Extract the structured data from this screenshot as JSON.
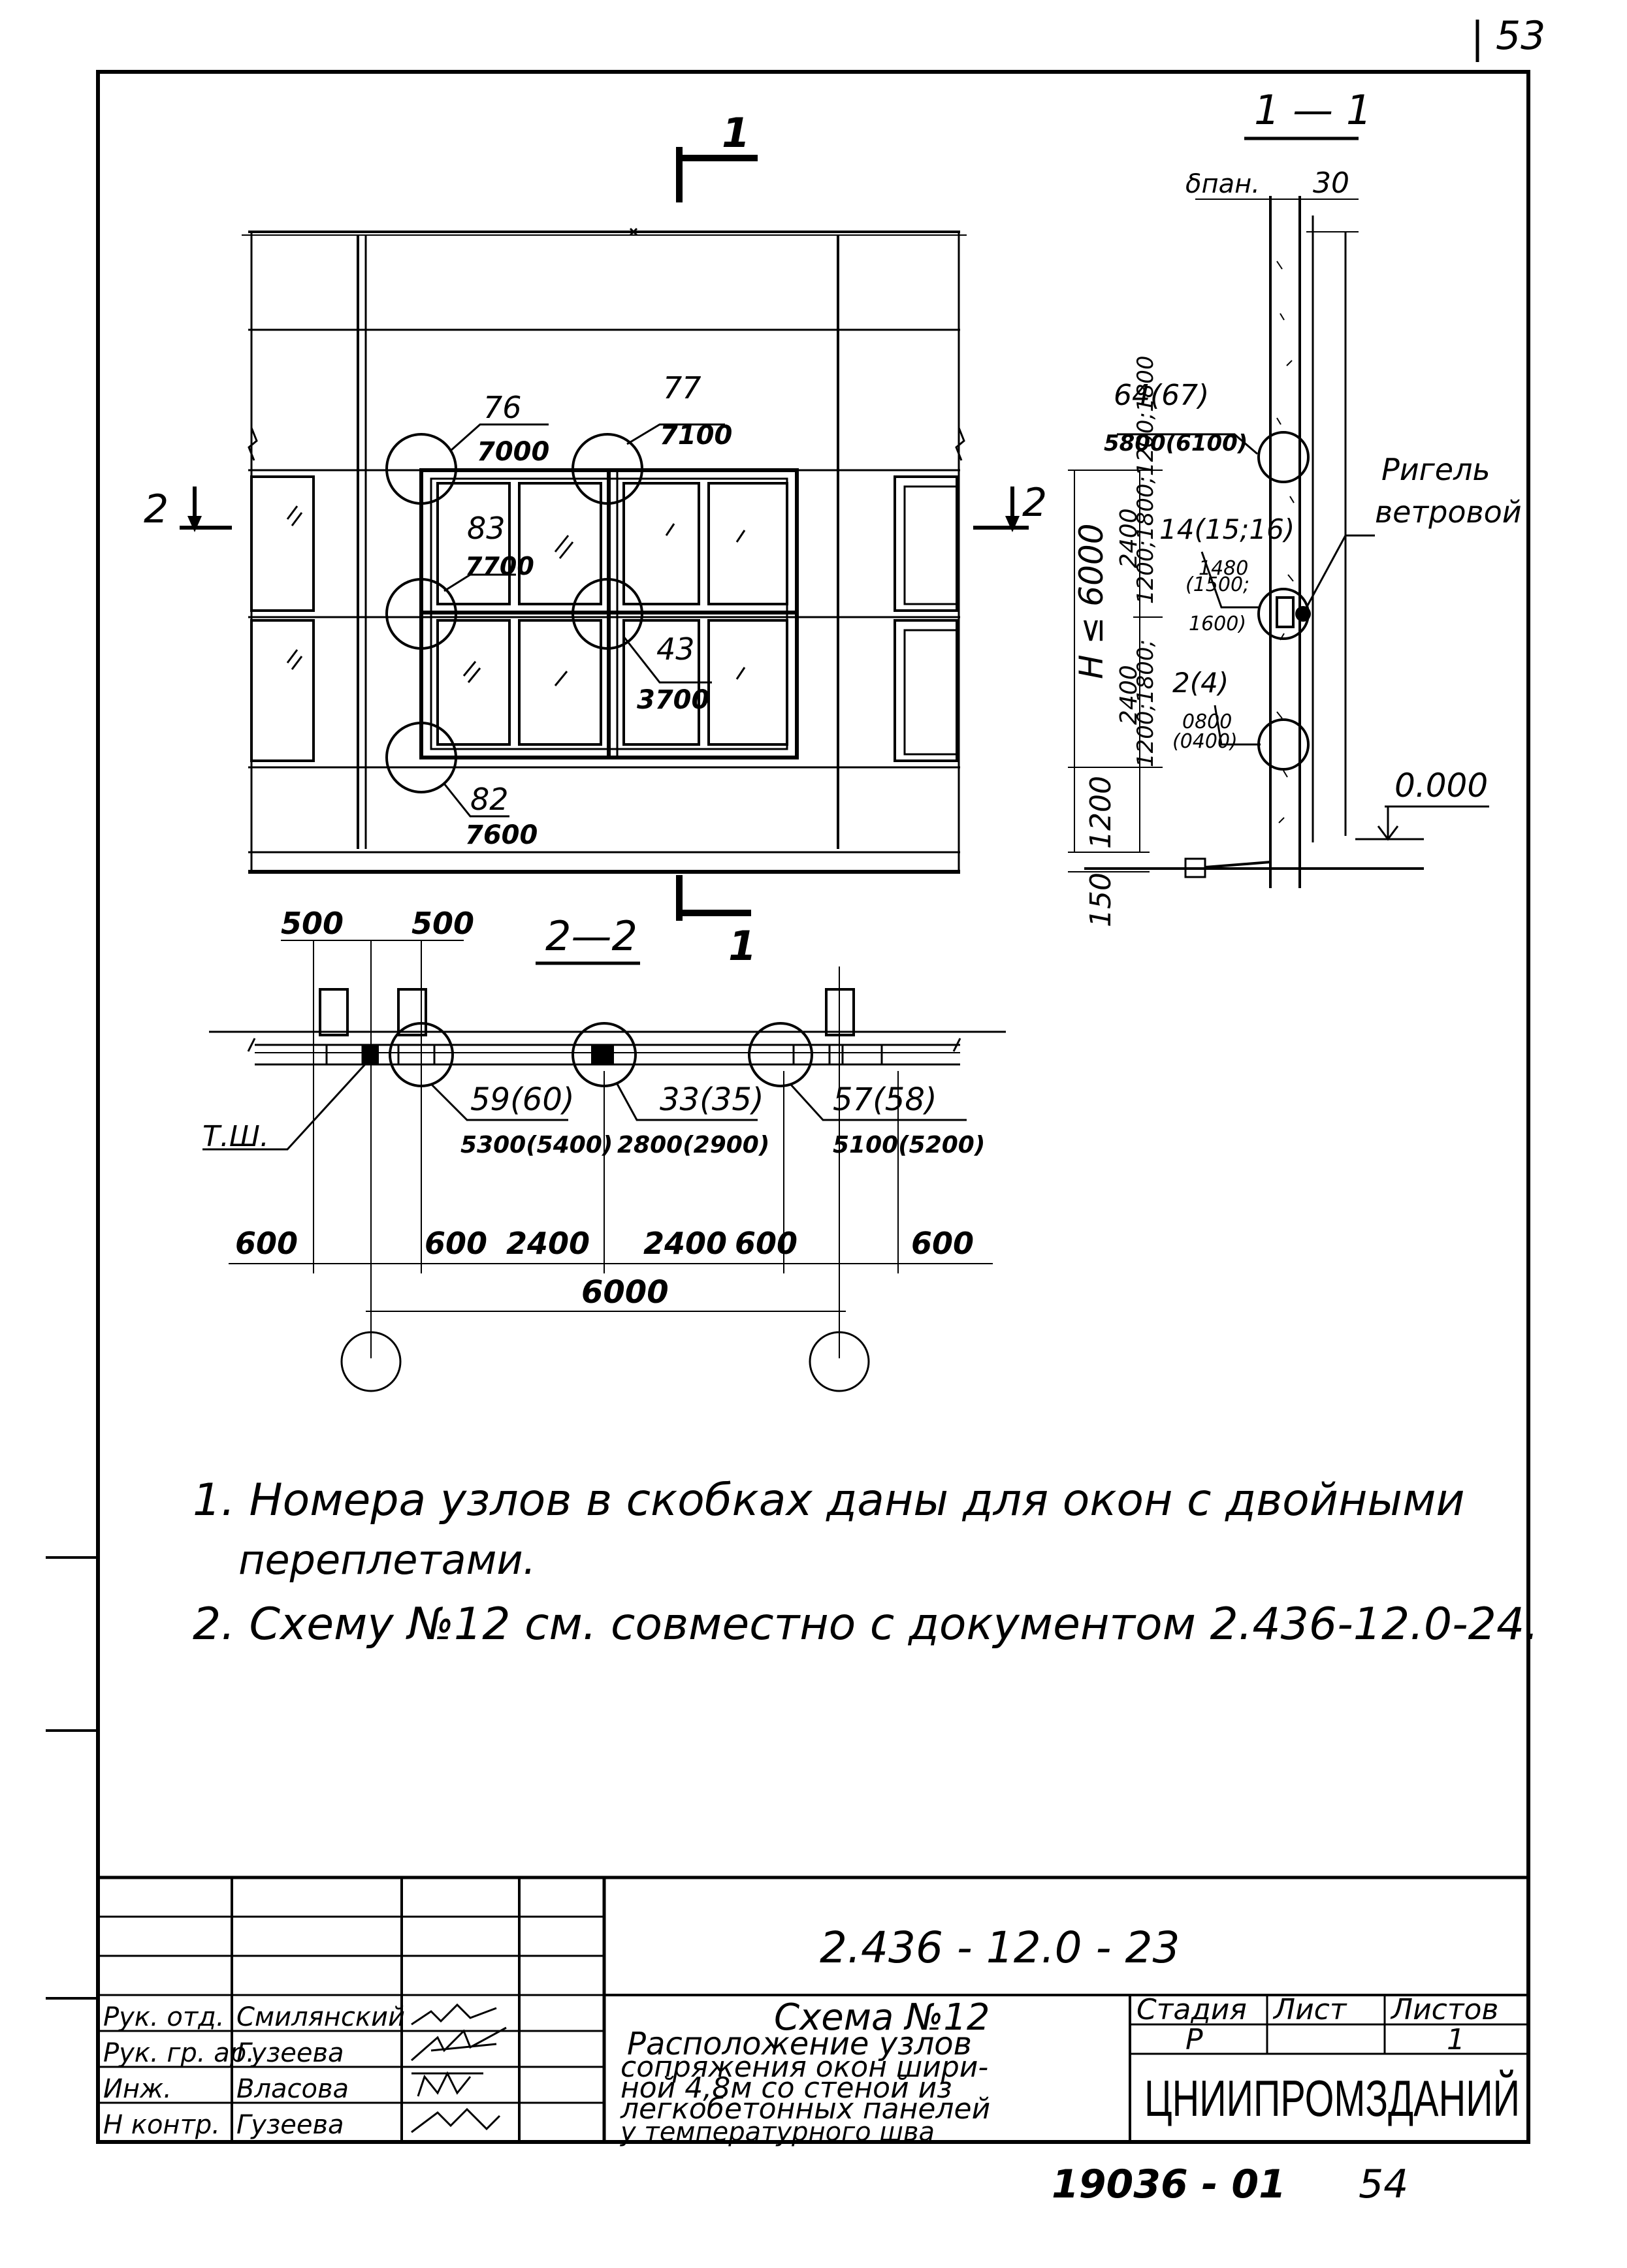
{
  "sheet": {
    "page_no": "53",
    "doc_code": "2.436 - 12.0 - 23",
    "bottom_stamp": "19036 - 01",
    "bottom_page": "54"
  },
  "view_elevation": {
    "section_mark_top": "1",
    "section_mark_bottom": "1",
    "left_marker": "2",
    "right_marker": "2",
    "nodes": [
      {
        "num": "76",
        "sheet": "7000"
      },
      {
        "num": "77",
        "sheet": "7100"
      },
      {
        "num": "83",
        "sheet": "7700"
      },
      {
        "num": "43",
        "sheet": "3700"
      },
      {
        "num": "82",
        "sheet": "7600"
      }
    ]
  },
  "section_11": {
    "title": "1 — 1",
    "dim_panel": "δпан.",
    "dim_30": "30",
    "node_top": "64(67)",
    "node_top_sheet": "5800(6100)",
    "node_mid": "14(15;16)",
    "node_mid_sheet1": "1480",
    "node_mid_sheet2": "(1500;",
    "node_mid_sheet3": "1600)",
    "node_low": "2(4)",
    "node_low_sheet1": "0800",
    "node_low_sheet2": "(0400)",
    "rigel_1": "Ригель",
    "rigel_2": "ветровой",
    "dim_h": "H ≤ 6000",
    "dim_2400_top": "2400",
    "dim_range_top": "1200;1800;1200;1800",
    "dim_2400_low": "2400",
    "dim_range_low": "1200;1800;",
    "dim_1200": "1200",
    "dim_150": "150",
    "level": "0.000"
  },
  "section_22": {
    "title": "2—2",
    "dim_500_left": "500",
    "dim_500_right": "500",
    "tsh": "Т.Ш.",
    "node_a": "59(60)",
    "node_a_sheet": "5300(5400)",
    "node_b": "33(35)",
    "node_b_sheet": "2800(2900)",
    "node_c": "57(58)",
    "node_c_sheet": "5100(5200)",
    "dims": [
      "600",
      "600",
      "2400",
      "2400",
      "600",
      "600"
    ],
    "dim_total": "6000"
  },
  "notes": {
    "n1_line1": "1. Номера узлов в скобках даны для окон с двойными",
    "n1_line2": "переплетами.",
    "n2": "2. Схему №12 см. совместно с документом 2.436-12.0-24."
  },
  "title_block": {
    "roles": [
      "Рук. отд.",
      "Рук. гр. ар.",
      "Инж.",
      "Н контр."
    ],
    "names": [
      "Смилянский",
      "Гузеева",
      "Власова",
      "Гузеева"
    ],
    "title_lines": [
      "Схема №12",
      "Расположение узлов",
      "сопряжения окон шири-",
      "ной 4,8м со стеной из",
      "легкобетонных панелей",
      "у температурного шва"
    ],
    "col_stage": "Стадия",
    "col_sheet": "Лист",
    "col_sheets": "Листов",
    "stage": "Р",
    "sheets": "1",
    "org": "ЦНИИПРОМЗДАНИЙ"
  }
}
